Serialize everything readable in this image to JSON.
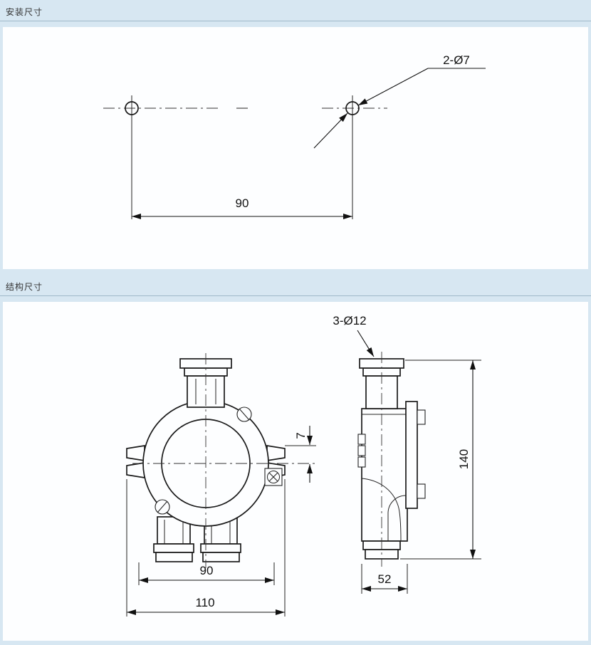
{
  "page": {
    "background": "#d7e7f2",
    "panel_background": "#fdfeff",
    "line_color": "#1a1a1a"
  },
  "sections": {
    "installation": {
      "title": "安装尺寸",
      "dims": {
        "hole_callout": "2-Ø7",
        "hole_spacing": "90"
      }
    },
    "structure": {
      "title": "结构尺寸",
      "dims": {
        "port_callout": "3-Ø12",
        "flange_offset": "7",
        "overall_height": "140",
        "mount_spacing": "90",
        "overall_width": "110",
        "body_depth": "52"
      }
    }
  }
}
